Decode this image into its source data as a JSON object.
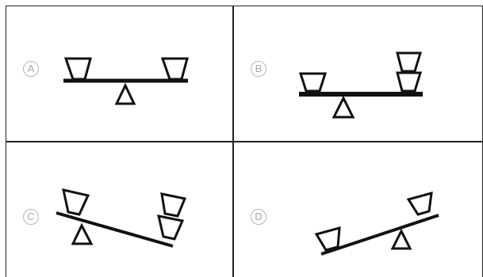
{
  "options": [
    {
      "label": "A",
      "icon": "balanced-seesaw-icon"
    },
    {
      "label": "B",
      "icon": "balanced-seesaw-uneven-load-icon"
    },
    {
      "label": "C",
      "icon": "tilted-seesaw-left-up-icon"
    },
    {
      "label": "D",
      "icon": "tilted-seesaw-right-up-icon"
    }
  ]
}
